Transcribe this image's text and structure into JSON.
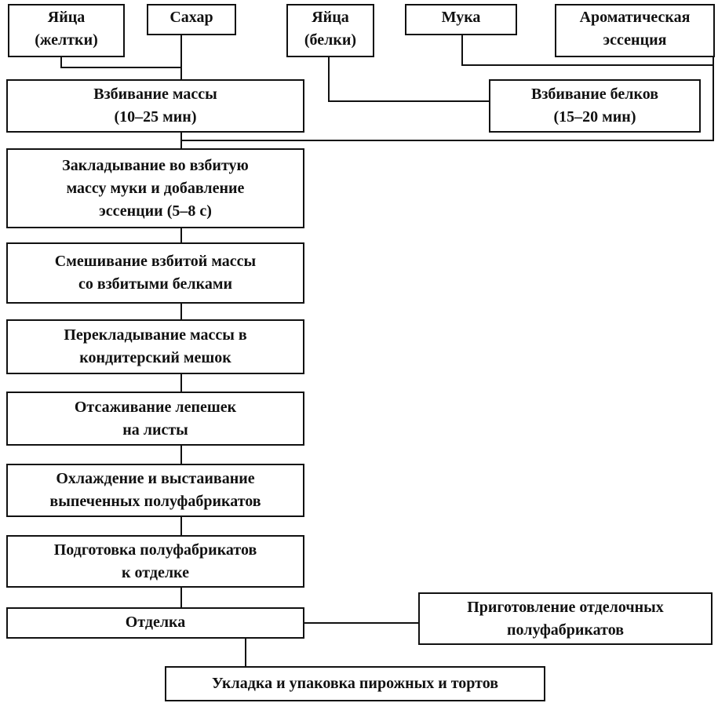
{
  "inputs": {
    "yolks": "Яйца\n(желтки)",
    "sugar": "Сахар",
    "whites": "Яйца\n(белки)",
    "flour": "Мука",
    "essence": "Ароматическая\nэссенция"
  },
  "steps": {
    "beat_mass": "Взбивание массы\n(10–25 мин)",
    "beat_whites": "Взбивание белков\n(15–20 мин)",
    "add_flour": "Закладывание во взбитую\nмассу муки и добавление\nэссенции (5–8 с)",
    "mix": "Смешивание взбитой массы\nсо взбитыми белками",
    "transfer": "Перекладывание массы в\nкондитерский мешок",
    "deposit": "Отсаживание лепешек\nна листы",
    "cool": "Охлаждение и выстаивание\nвыпеченных полуфабрикатов",
    "prepare": "Подготовка полуфабрикатов\nк отделке",
    "finish": "Отделка",
    "prepare_finishing": "Приготовление отделочных\nполуфабрикатов",
    "pack": "Укладка и упаковка пирожных и тортов"
  }
}
